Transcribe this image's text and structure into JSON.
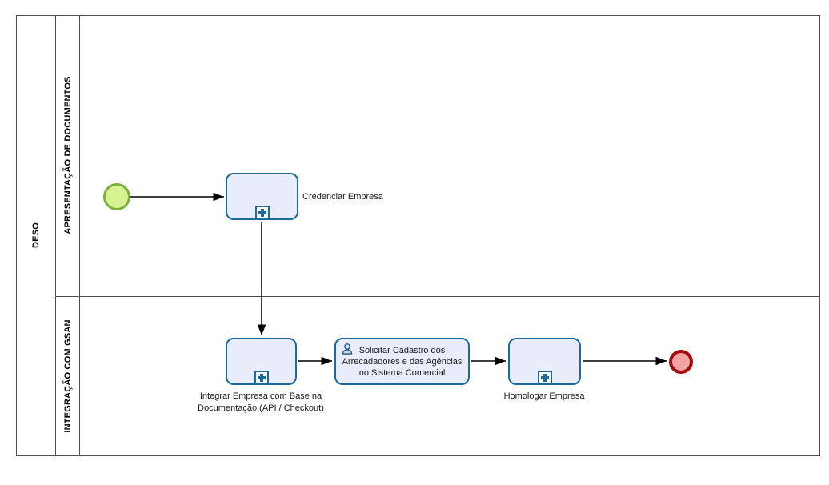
{
  "pool": {
    "label": "DESO"
  },
  "lanes": [
    {
      "label": "APRESENTAÇÃO DE DOCUMENTOS"
    },
    {
      "label": "INTEGRAÇÃO COM GSAN"
    }
  ],
  "nodes": {
    "start_event": {
      "type": "start-event"
    },
    "credenciar": {
      "label": "Credenciar Empresa",
      "type": "subprocess"
    },
    "integrar": {
      "label": "Integrar Empresa com Base na Documentação (API / Checkout)",
      "type": "subprocess"
    },
    "solicitar": {
      "label": "Solicitar Cadastro dos Arrecadadores e das Agências no Sistema Comercial",
      "type": "user-task"
    },
    "homologar": {
      "label": "Homologar Empresa",
      "type": "subprocess"
    },
    "end_event": {
      "type": "end-event"
    }
  },
  "colors": {
    "task_border": "#1c6a9c",
    "task_fill": "#e9edfb",
    "start_fill": "#d7f391",
    "start_border": "#7ab13e",
    "end_fill": "#f0a4a4",
    "end_border": "#a40d0d",
    "edge": "#000000",
    "frame": "#4f4f4f"
  }
}
